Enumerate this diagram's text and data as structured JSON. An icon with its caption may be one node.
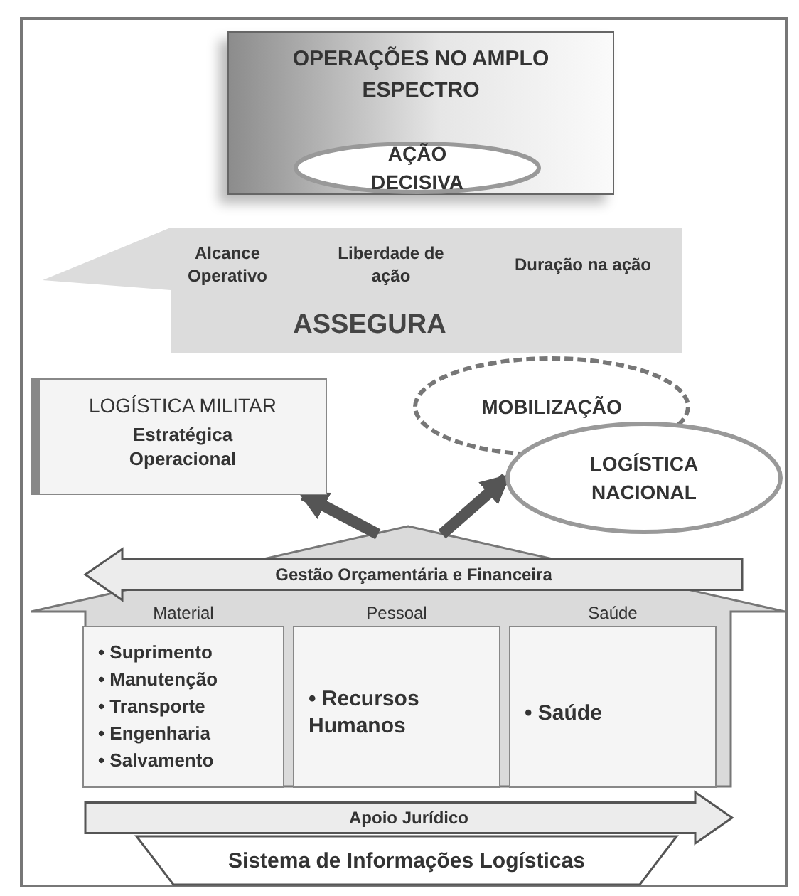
{
  "diagram": {
    "nodes": [
      {
        "text": [
          "OPERAÇÕES NO AMPLO ESPECTRO"
        ]
      },
      {
        "text": [
          "AÇÃO DECISIVA"
        ],
        "in": 0
      },
      {
        "text": [
          "ASSEGURA"
        ]
      },
      {
        "text": [
          "Alcance Operativo"
        ],
        "in": 2
      },
      {
        "text": [
          "Liberdade de ação"
        ],
        "in": 2
      },
      {
        "text": [
          "Duração na ação"
        ],
        "in": 2
      },
      {
        "text": [
          "LOGÍSTICA MILITAR",
          "Estratégica Operacional"
        ]
      },
      {
        "text": [
          "MOBILIZAÇÃO"
        ]
      },
      {
        "text": [
          "LOGÍSTICA NACIONAL"
        ]
      },
      {
        "text": [],
        "shape": "house"
      },
      {
        "text": [
          "Gestão Orçamentária e Financeira"
        ],
        "in": 9
      },
      {
        "text": [
          "Material",
          "• Suprimento",
          "• Manutenção",
          "• Transporte",
          "• Engenharia",
          "• Salvamento"
        ],
        "in": 9
      },
      {
        "text": [
          "Pessoal",
          "• Recursos Humanos"
        ],
        "in": 9
      },
      {
        "text": [
          "Saúde",
          "• Saúde"
        ],
        "in": 9
      },
      {
        "text": [
          "Apoio Jurídico"
        ]
      },
      {
        "text": [
          "Sistema de Informações Logísticas"
        ]
      }
    ],
    "edges": [
      {
        "from": 9,
        "to": 6,
        "arrow": "to"
      },
      {
        "from": 9,
        "to": 8,
        "arrow": "to"
      }
    ]
  }
}
